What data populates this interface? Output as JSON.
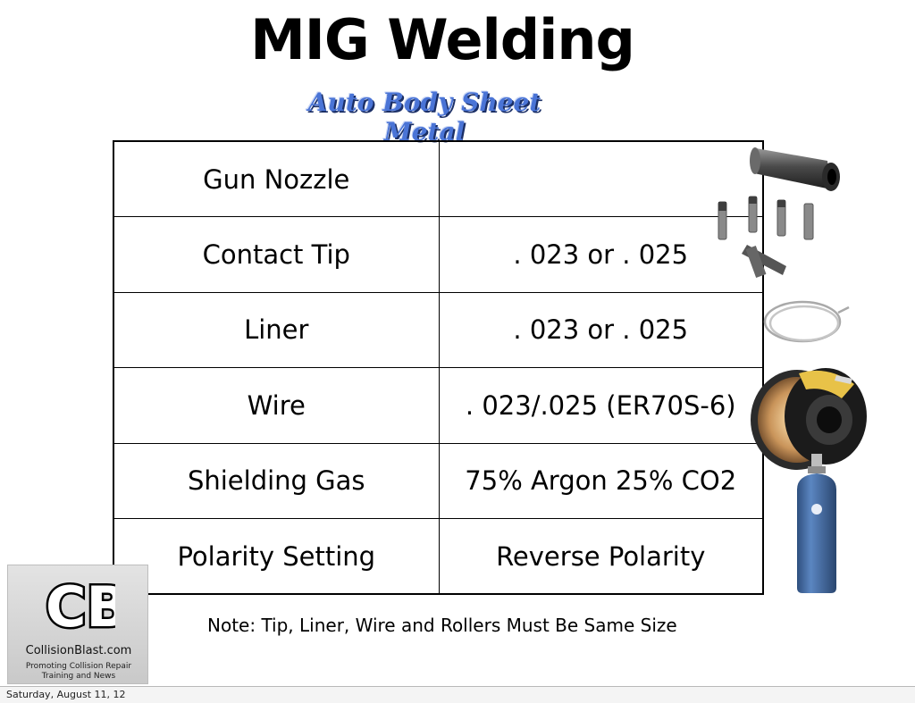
{
  "slide": {
    "title": "MIG Welding",
    "subtitle": "Auto Body Sheet Metal",
    "table": {
      "rows": [
        {
          "label": "Gun Nozzle",
          "value": ""
        },
        {
          "label": "Contact Tip",
          "value": ". 023 or . 025"
        },
        {
          "label": "Liner",
          "value": ". 023 or . 025"
        },
        {
          "label": "Wire",
          "value": ". 023/.025   (ER70S-6)"
        },
        {
          "label": "Shielding Gas",
          "value": "75% Argon 25% CO2"
        },
        {
          "label": "Polarity Setting",
          "value": "Reverse Polarity"
        }
      ]
    },
    "note": "Note:  Tip, Liner, Wire and Rollers Must Be Same Size"
  },
  "logo": {
    "letters": "CB",
    "site": "CollisionBlast.com",
    "tagline_1": "Promoting Collision Repair",
    "tagline_2": "Training and News"
  },
  "footer": {
    "date": "Saturday, August 11, 12"
  },
  "colors": {
    "subtitle": "#4a74d6",
    "tank": "#4f78b3"
  },
  "images": [
    "gun-nozzle-icon",
    "contact-tips-icon",
    "liner-coil-icon",
    "wire-spool-icon",
    "gas-cylinder-icon"
  ]
}
